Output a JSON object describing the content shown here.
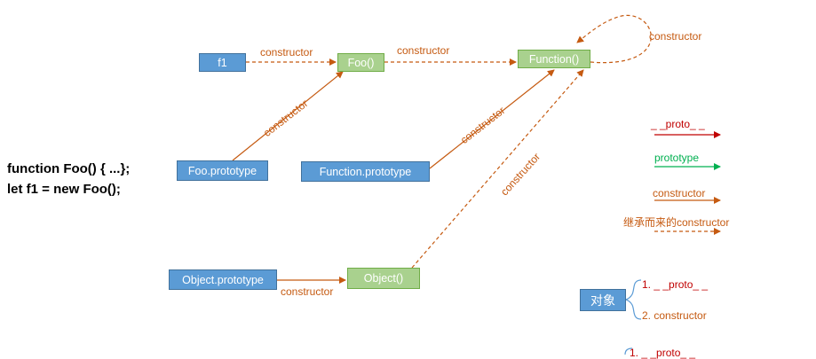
{
  "code": {
    "line1": "function Foo() { ...};",
    "line2": "let f1 = new Foo();"
  },
  "nodes": {
    "f1": "f1",
    "foo": "Foo()",
    "function": "Function()",
    "foo_prototype": "Foo.prototype",
    "function_prototype": "Function.prototype",
    "object_prototype": "Object.prototype",
    "object": "Object()"
  },
  "edge_labels": {
    "f1_to_foo": "constructor",
    "foo_to_function": "constructor",
    "function_self": "constructor",
    "fooproto_to_foo": "constructor",
    "funcproto_to_function": "constructor",
    "object_to_function": "constructor",
    "objproto_to_object": "constructor"
  },
  "legend": {
    "proto": "_ _proto_ _",
    "prototype": "prototype",
    "constructor": "constructor",
    "inherited_constructor": "继承而来的constructor"
  },
  "object_note": {
    "label": "对象",
    "item1": "1. _ _proto_ _",
    "item2": "2. constructor",
    "item3_partial": "1. _ _proto_ _"
  },
  "colors": {
    "constructor": "#c55a11",
    "proto": "#c00000",
    "prototype": "#00b050",
    "node_blue": "#5b9bd5",
    "node_green": "#a9d18e"
  }
}
